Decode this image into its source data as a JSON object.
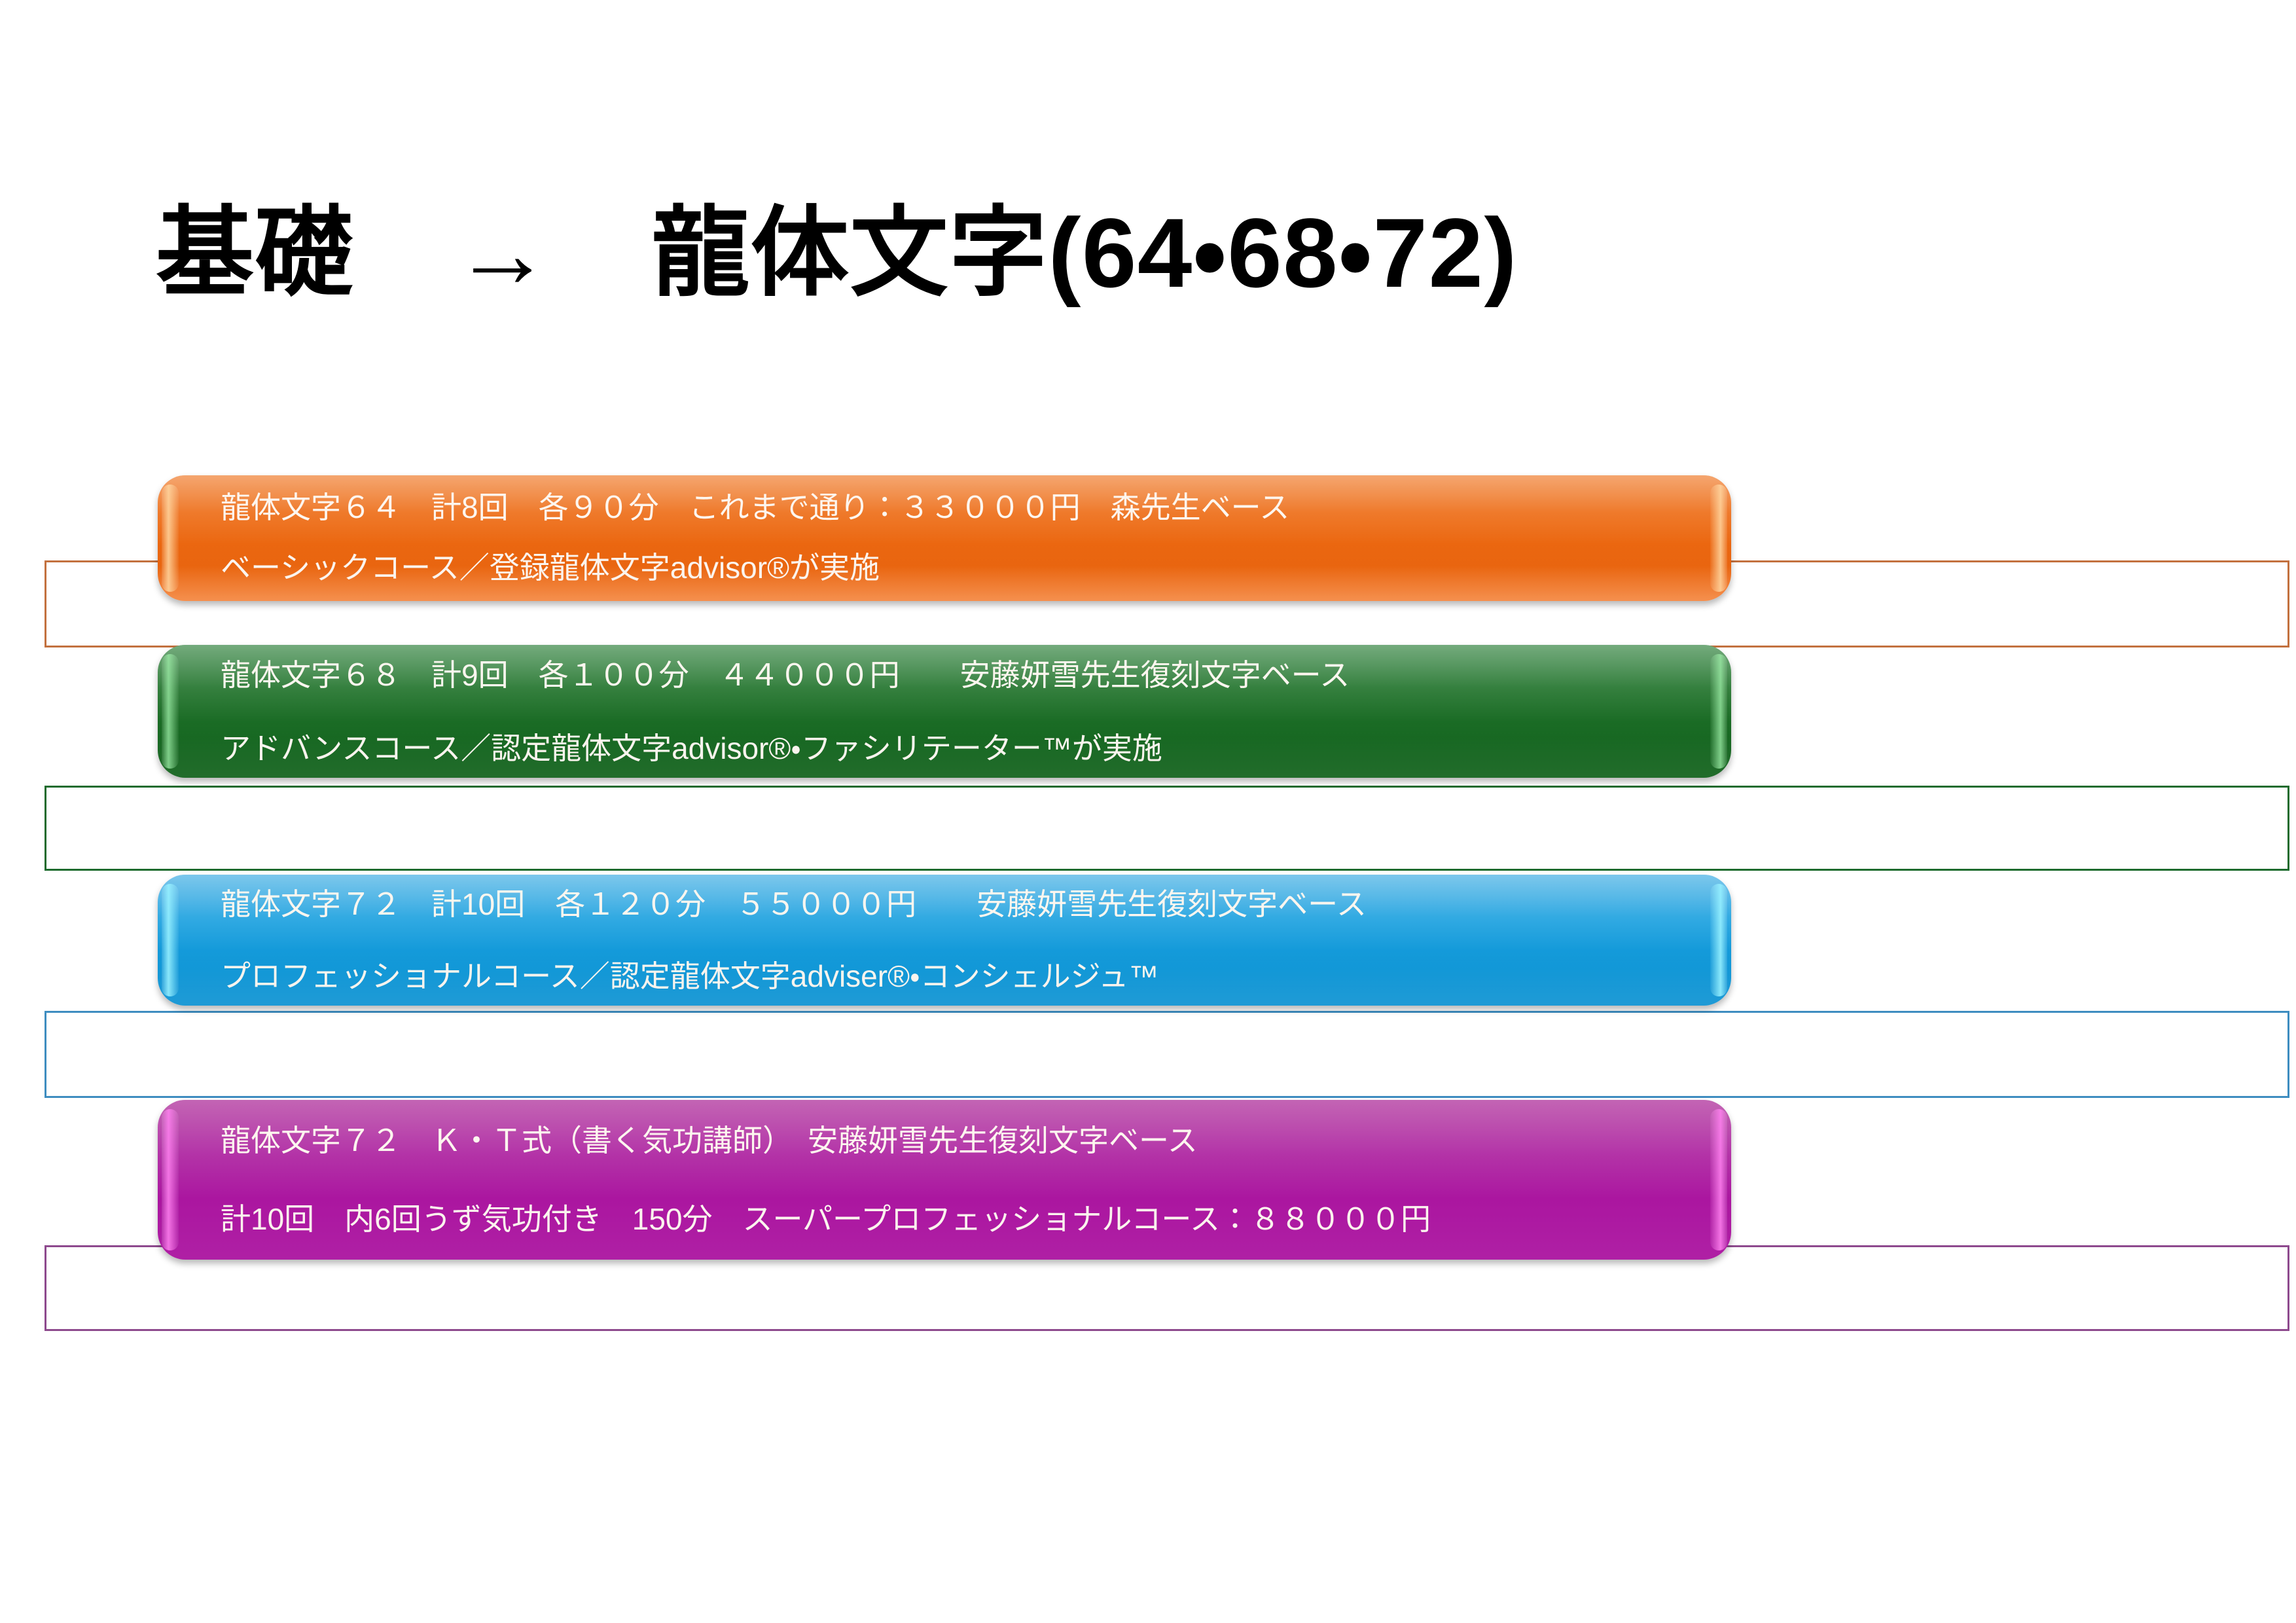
{
  "page": {
    "title": "基礎　→　龍体文字(64・68・72)",
    "background_color": "#ffffff"
  },
  "courses": [
    {
      "id": "64",
      "accent_color": "#ea6a12",
      "outline_color": "#c3713f",
      "text_color": "#fdf6ef",
      "line1": "龍体文字６４　計8回　各９０分　これまで通り：３３０００円　森先生ベース",
      "line2": "ベーシックコース／登録龍体文字advisor®が実施",
      "course_name": "ベーシックコース",
      "lessons": "計8回",
      "duration": "各９０分",
      "price": "３３０００円",
      "base": "森先生ベース",
      "instructor": "登録龍体文字advisor®が実施"
    },
    {
      "id": "68",
      "accent_color": "#156620",
      "outline_color": "#1e6b2e",
      "text_color": "#f4fbf4",
      "line1": "龍体文字６８　計9回　各１００分　４４０００円　　安藤妍雪先生復刻文字ベース",
      "line2": "アドバンスコース／認定龍体文字advisor®・ファシリテーター™が実施",
      "course_name": "アドバンスコース",
      "lessons": "計9回",
      "duration": "各１００分",
      "price": "４４０００円",
      "base": "安藤妍雪先生復刻文字ベース",
      "instructor": "認定龍体文字advisor®・ファシリテーター™が実施"
    },
    {
      "id": "72",
      "accent_color": "#0c95d6",
      "outline_color": "#3e8dc0",
      "text_color": "#f4fbff",
      "line1": "龍体文字７２　計10回　各１２０分　５５０００円　　安藤妍雪先生復刻文字ベース",
      "line2": "プロフェッショナルコース／認定龍体文字adviser®・コンシェルジュ™",
      "course_name": "プロフェッショナルコース",
      "lessons": "計10回",
      "duration": "各１２０分",
      "price": "５５０００円",
      "base": "安藤妍雪先生復刻文字ベース",
      "instructor": "認定龍体文字adviser®・コンシェルジュ™"
    },
    {
      "id": "kt",
      "accent_color": "#ab16a0",
      "outline_color": "#8e4a8e",
      "text_color": "#fdf4fc",
      "line1": "龍体文字７２　Ｋ・Ｔ式（書く気功講師）　安藤妍雪先生復刻文字ベース",
      "line2": "計10回　内6回うず気功付き　150分　スーパープロフェッショナルコース：８８０００円",
      "course_name": "スーパープロフェッショナルコース",
      "lessons": "計10回",
      "duration": "150分",
      "price": "８８０００円",
      "base": "安藤妍雪先生復刻文字ベース",
      "instructor": "Ｋ・Ｔ式（書く気功講師）",
      "extra": "内6回うず気功付き"
    }
  ]
}
